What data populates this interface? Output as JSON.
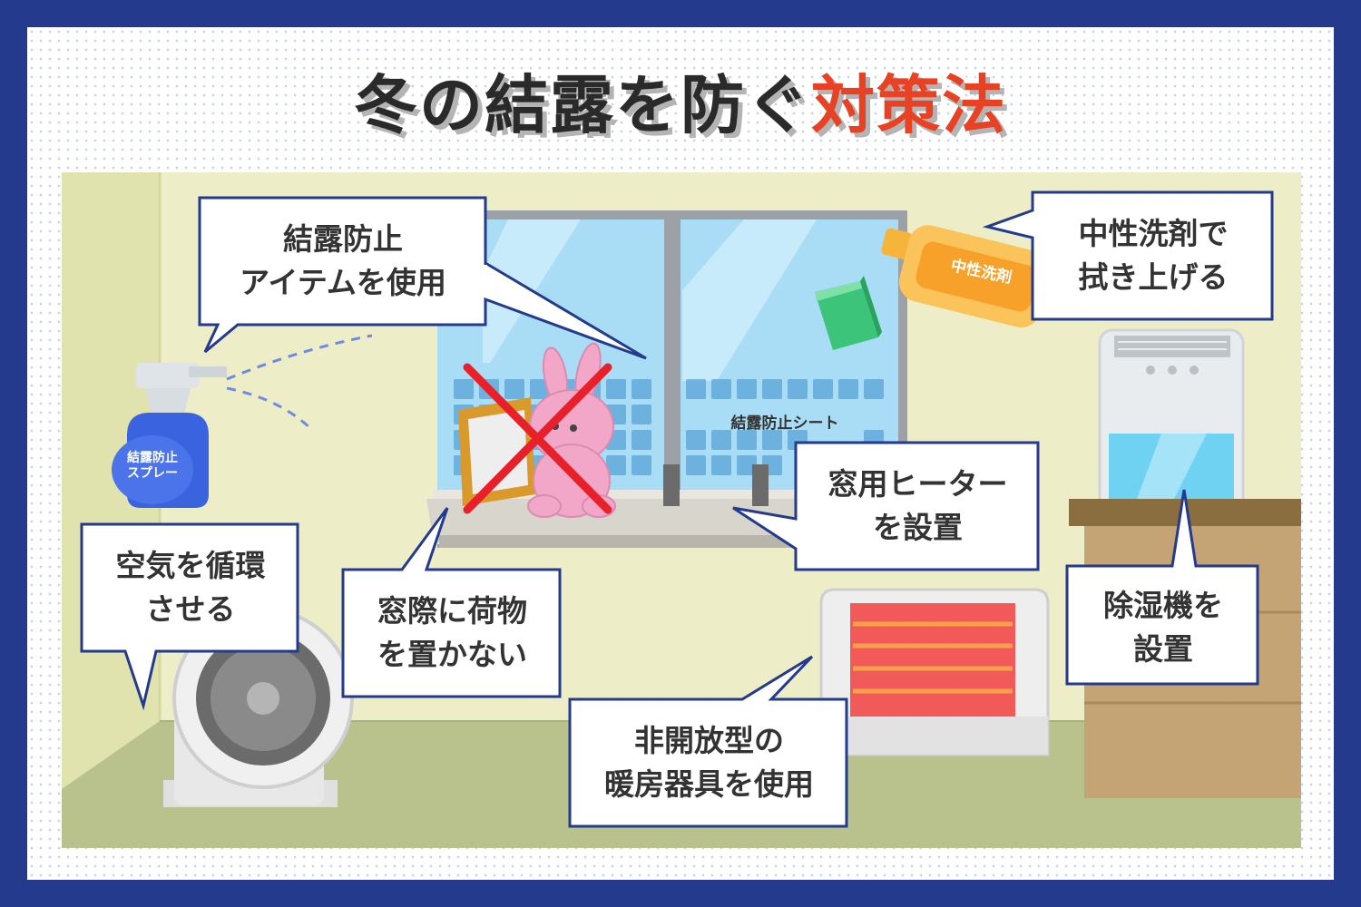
{
  "title": {
    "main": "冬の結露を防ぐ",
    "accent": "対策法"
  },
  "callouts": {
    "anti_condensation_item": [
      "結露防止",
      "アイテムを使用"
    ],
    "neutral_detergent": [
      "中性洗剤で",
      "拭き上げる"
    ],
    "circulate_air": [
      "空気を循環",
      "させる"
    ],
    "no_items_by_window": [
      "窓際に荷物",
      "を置かない"
    ],
    "window_heater": [
      "窓用ヒーター",
      "を設置"
    ],
    "dehumidifier": [
      "除湿機を",
      "設置"
    ],
    "non_open_heater": [
      "非開放型の",
      "暖房器具を使用"
    ]
  },
  "labels": {
    "spray": [
      "結露防止",
      "スプレー"
    ],
    "detergent_bottle": "中性洗剤",
    "window_sheet": "結露防止シート"
  },
  "colors": {
    "frame": "#243a8c",
    "accent": "#e84225",
    "wall": "#edeec8",
    "floor": "#b9c28c",
    "window_glass": "#a9dcf5",
    "no_mark": "#e8202a"
  },
  "icons": [
    "spray-bottle-icon",
    "fan-icon",
    "detergent-bottle-icon",
    "sponge-icon",
    "dehumidifier-icon",
    "heater-icon",
    "rabbit-plush-icon",
    "picture-frame-icon",
    "cross-mark-icon"
  ]
}
